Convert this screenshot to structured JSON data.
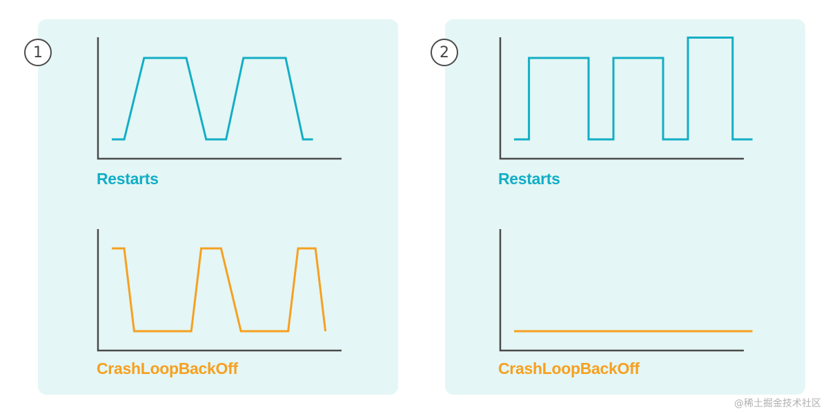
{
  "panels": [
    {
      "badge": "1",
      "restarts_label": "Restarts",
      "crash_label": "CrashLoopBackOff"
    },
    {
      "badge": "2",
      "restarts_label": "Restarts",
      "crash_label": "CrashLoopBackOff"
    }
  ],
  "watermark": "@稀土掘金技术社区",
  "colors": {
    "restarts": "#12aec6",
    "crash": "#f6a020",
    "axis": "#4a4a4a",
    "panel": "#e4f6f5"
  },
  "chart_data": [
    {
      "type": "line",
      "xlabel": "Restarts",
      "ylabel": "",
      "xlim": [
        0,
        12
      ],
      "ylim": [
        0,
        1
      ],
      "grid": false,
      "series": [
        {
          "x": [
            0,
            0.5,
            1.3,
            3.0,
            3.8,
            4.6,
            5.3,
            7.0,
            7.7,
            8.1
          ],
          "y": [
            0,
            0,
            1,
            1,
            0,
            0,
            1,
            1,
            0,
            0
          ]
        }
      ]
    },
    {
      "type": "line",
      "xlabel": "CrashLoopBackOff",
      "ylabel": "",
      "xlim": [
        0,
        12
      ],
      "ylim": [
        0,
        1
      ],
      "grid": false,
      "series": [
        {
          "x": [
            0,
            0.5,
            0.9,
            3.2,
            3.6,
            4.4,
            5.2,
            7.1,
            7.5,
            8.2,
            8.6
          ],
          "y": [
            1,
            1,
            0,
            0,
            1,
            1,
            0,
            0,
            1,
            1,
            0
          ]
        }
      ]
    },
    {
      "type": "line",
      "xlabel": "Restarts",
      "ylabel": "",
      "xlim": [
        0,
        12
      ],
      "ylim": [
        0,
        1.25
      ],
      "grid": false,
      "series": [
        {
          "x": [
            0,
            0.6,
            0.6,
            3.0,
            3.0,
            4.0,
            4.0,
            6.0,
            6.0,
            7.0,
            7.0,
            8.8,
            8.8,
            9.6
          ],
          "y": [
            0,
            0,
            1,
            1,
            0,
            0,
            1,
            1,
            0,
            0,
            1.25,
            1.25,
            0,
            0
          ]
        }
      ]
    },
    {
      "type": "line",
      "xlabel": "CrashLoopBackOff",
      "ylabel": "",
      "xlim": [
        0,
        12
      ],
      "ylim": [
        0,
        1
      ],
      "grid": false,
      "series": [
        {
          "x": [
            0,
            9.6
          ],
          "y": [
            0,
            0
          ]
        }
      ]
    }
  ]
}
